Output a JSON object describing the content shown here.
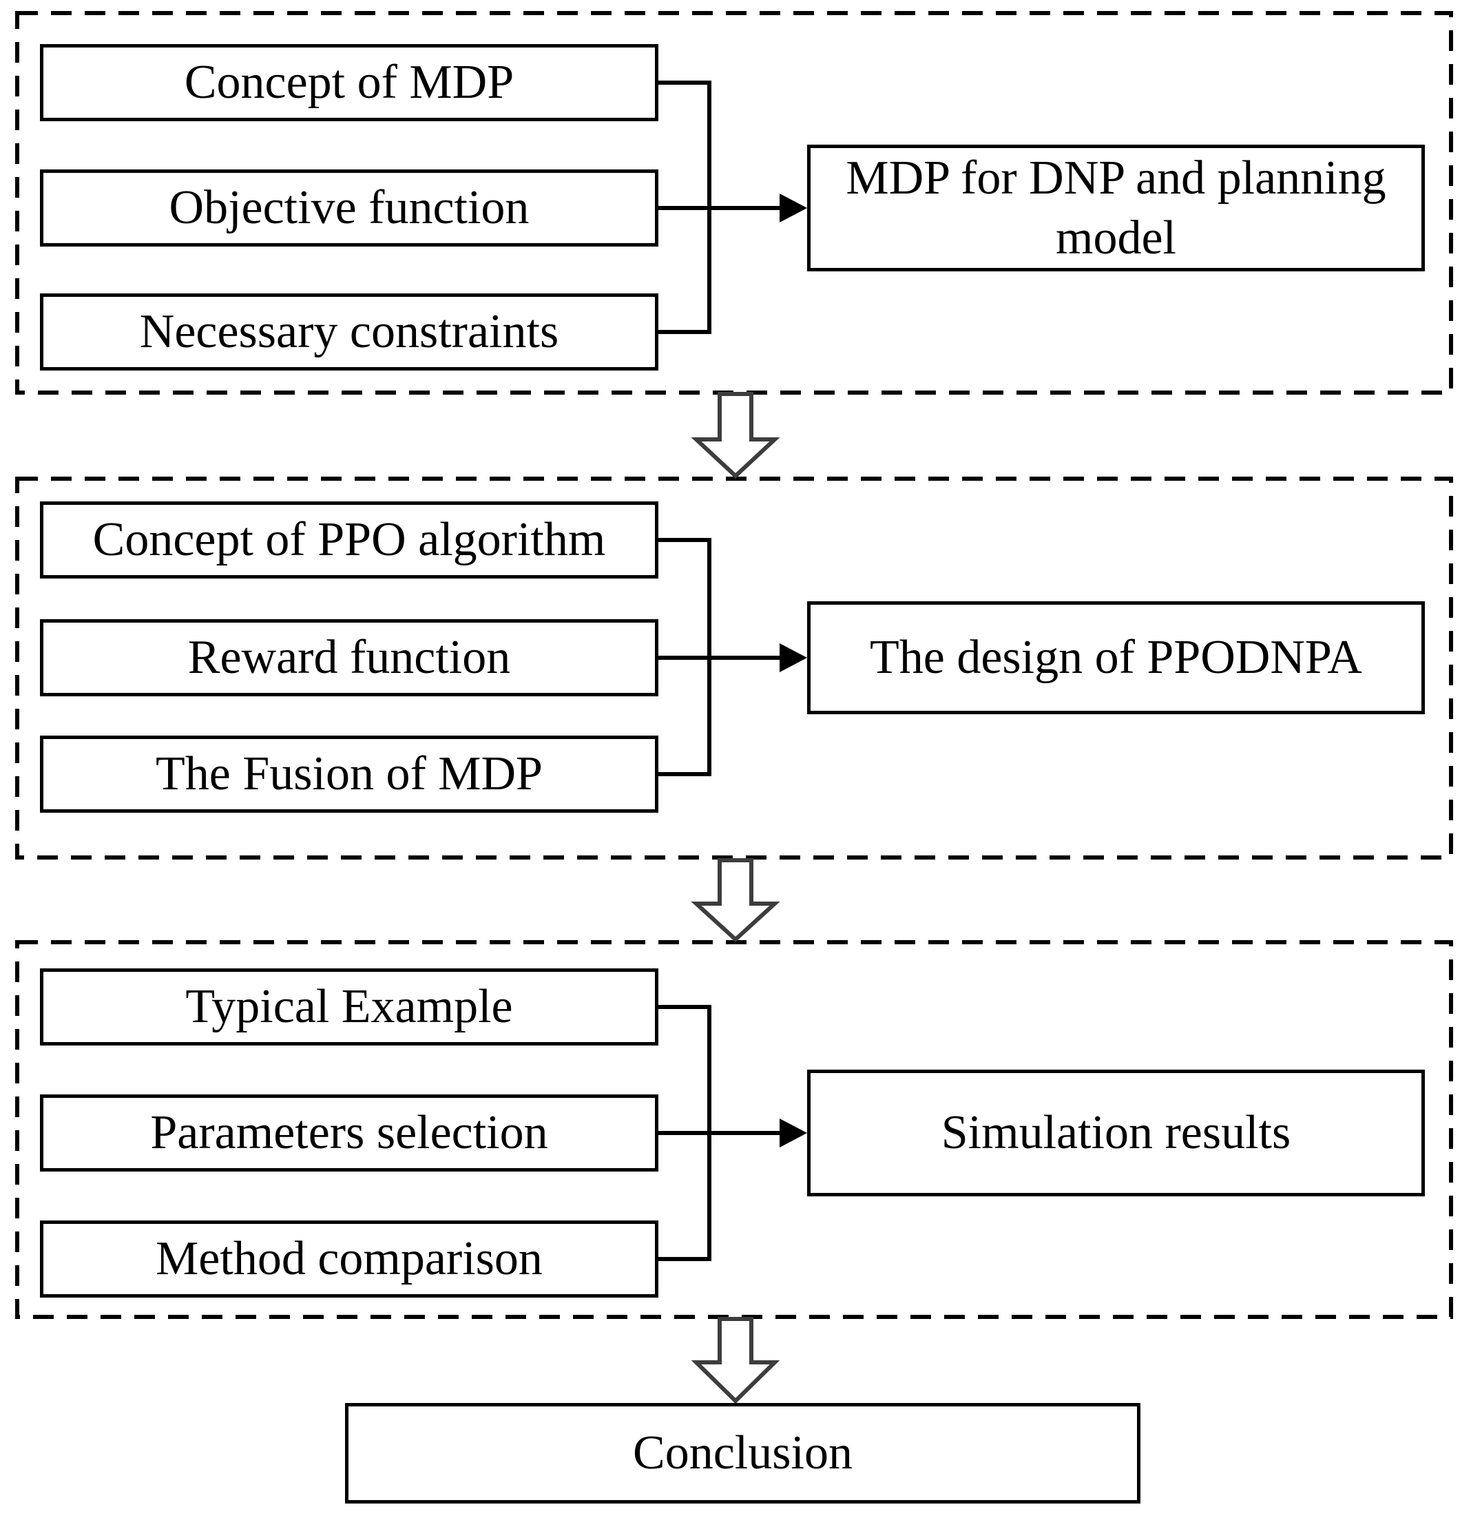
{
  "colors": {
    "line": "#000000",
    "text": "#000000",
    "background": "#ffffff",
    "box_fill": "#ffffff",
    "block_arrow_outline": "#3d3d3d"
  },
  "icons": {
    "section_divider": "down-block-arrow-icon",
    "connector_tip": "right-arrowhead-icon"
  },
  "sections": [
    {
      "left_boxes": [
        "Concept of MDP",
        "Objective function",
        "Necessary constraints"
      ],
      "right_box_lines": [
        "MDP for DNP and planning",
        "model"
      ]
    },
    {
      "left_boxes": [
        "Concept of PPO algorithm",
        "Reward function",
        "The Fusion of MDP"
      ],
      "right_box_lines": [
        "The design of PPODNPA"
      ]
    },
    {
      "left_boxes": [
        "Typical Example",
        "Parameters selection",
        "Method comparison"
      ],
      "right_box_lines": [
        "Simulation results"
      ]
    }
  ],
  "conclusion_label": "Conclusion"
}
